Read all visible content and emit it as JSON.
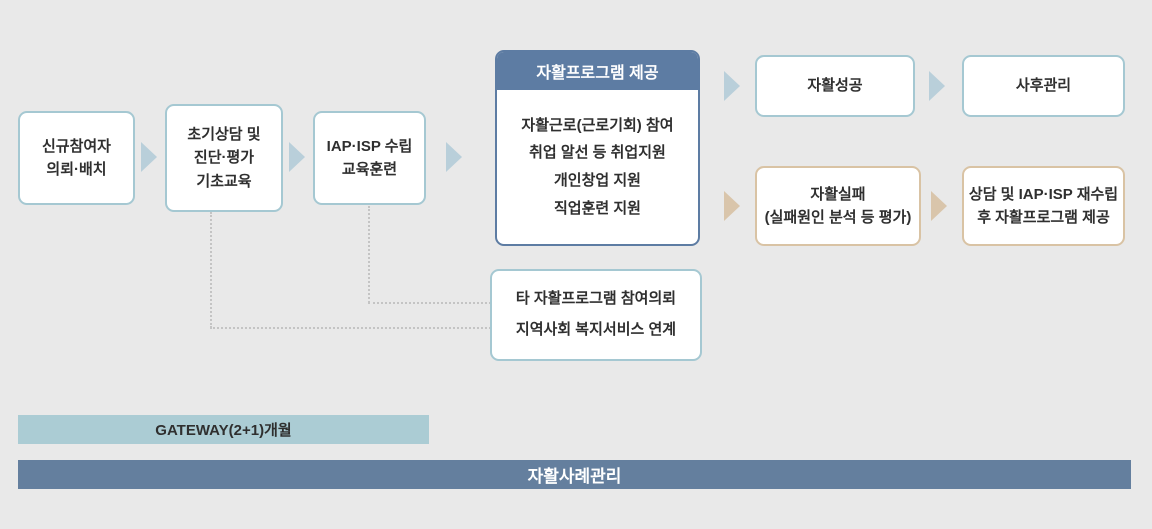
{
  "diagram": {
    "step1": "신규참여자\n의뢰·배치",
    "step2": "초기상담 및\n진단·평가\n기초교육",
    "step3": "IAP·ISP 수립\n교육훈련",
    "program_header": "자활프로그램 제공",
    "program_body": "자활근로(근로기회) 참여\n취업 알선 등 취업지원\n개인창업 지원\n직업훈련 지원",
    "success": "자활성공",
    "aftercare": "사후관리",
    "failure": "자활실패\n(실패원인 분석 등 평가)",
    "re_setup": "상담 및 IAP·ISP 재수립\n후 자활프로그램 제공",
    "referral": "타 자활프로그램 참여의뢰\n지역사회 복지서비스 연계",
    "gateway_label": "GATEWAY(2+1)개월",
    "case_management_label": "자활사례관리"
  },
  "colors": {
    "background": "#e9e9e9",
    "box-border-teal": "#a5c8d2",
    "box-border-slate": "#5d7ca3",
    "box-border-tan": "#d9c3a4",
    "arrow-blue": "#b9cfda",
    "arrow-tan": "#d9c5ab",
    "gateway-bg": "#abccd4",
    "case-bar-bg": "#647f9e",
    "dotted": "#c4c4c4",
    "text-dark": "#2f2f2f",
    "header-text": "#ffffff"
  }
}
